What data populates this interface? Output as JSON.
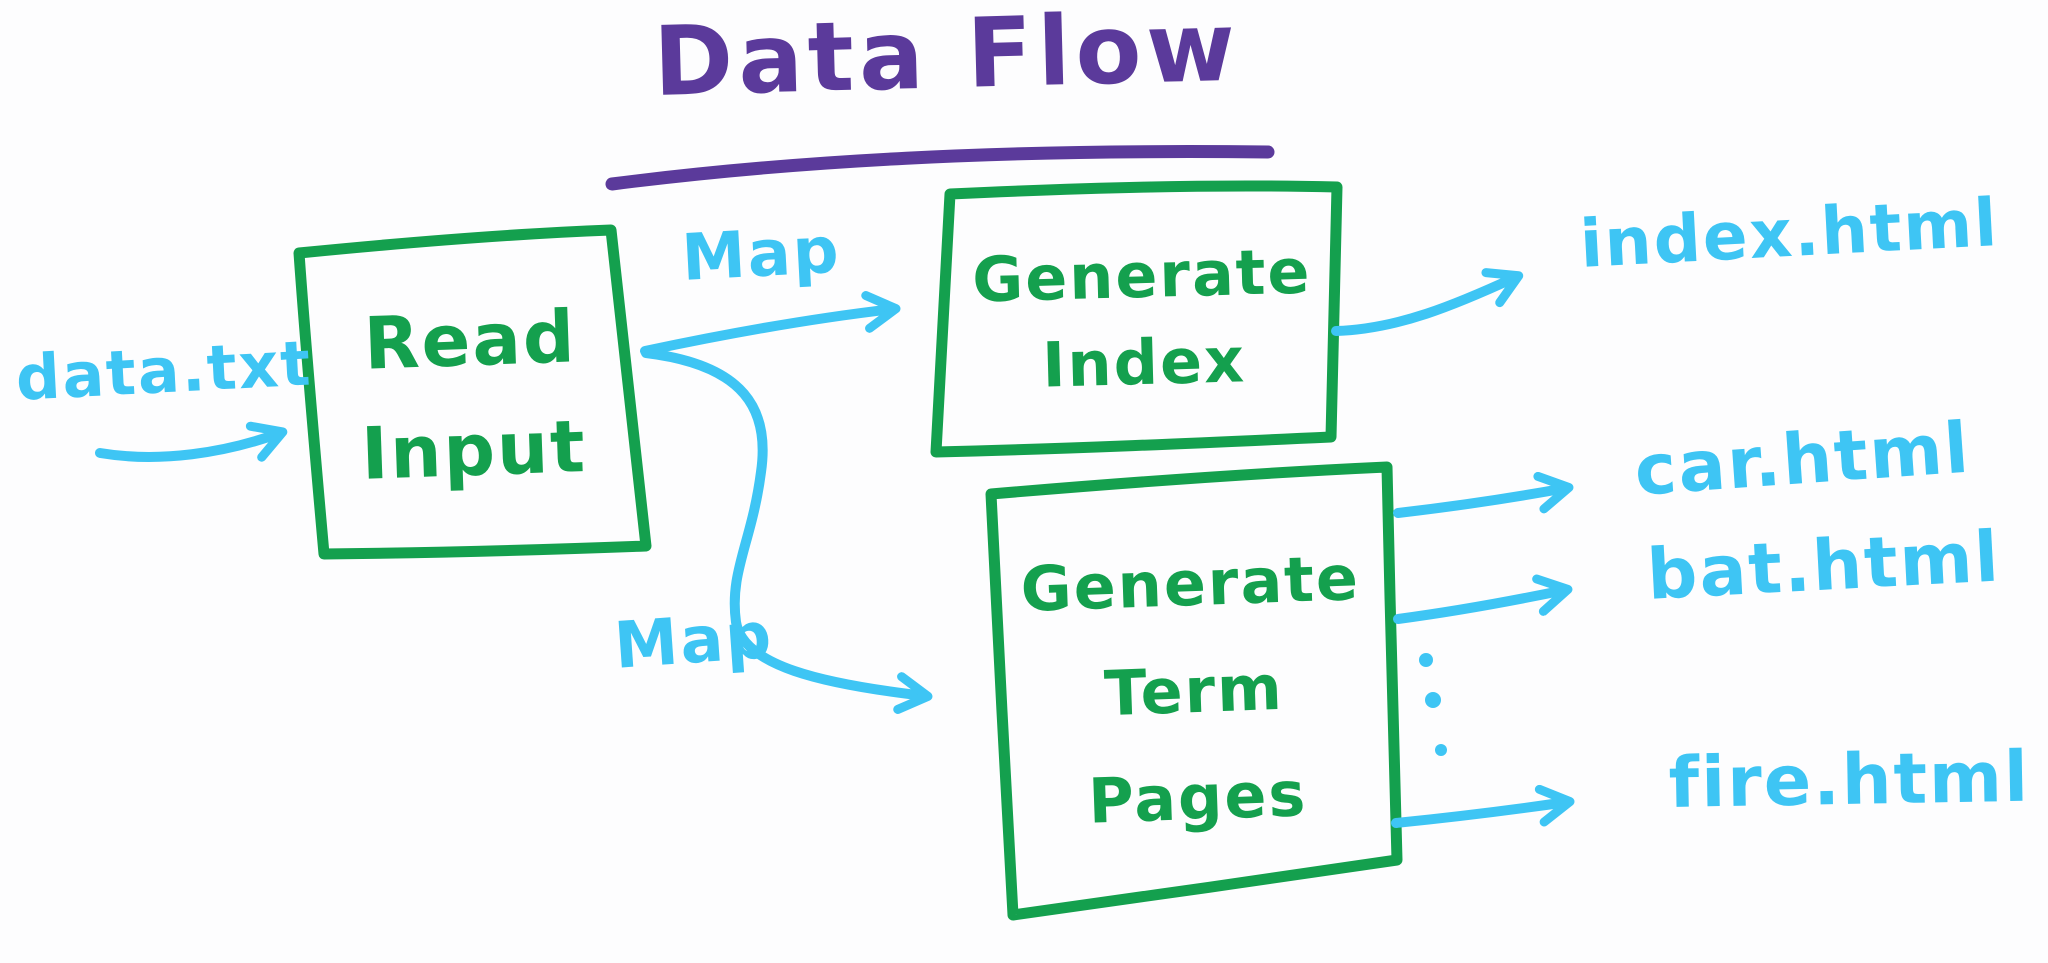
{
  "title": {
    "text": "Data Flow"
  },
  "nodes": {
    "read_input": {
      "lines": [
        "Read",
        "Input"
      ]
    },
    "generate_index": {
      "lines": [
        "Generate",
        "Index"
      ]
    },
    "generate_term_pages": {
      "lines": [
        "Generate",
        "Term",
        "Pages"
      ]
    }
  },
  "edge_labels": {
    "map_top": "Map",
    "map_bottom": "Map"
  },
  "inputs": {
    "data_file": "data.txt"
  },
  "outputs": {
    "index": "index.html",
    "car": "car.html",
    "bat": "bat.html",
    "fire": "fire.html"
  },
  "colors": {
    "title": "#5b3a9b",
    "node": "#14a04e",
    "flow": "#3ec5f4",
    "background": "#fdfdfe"
  }
}
